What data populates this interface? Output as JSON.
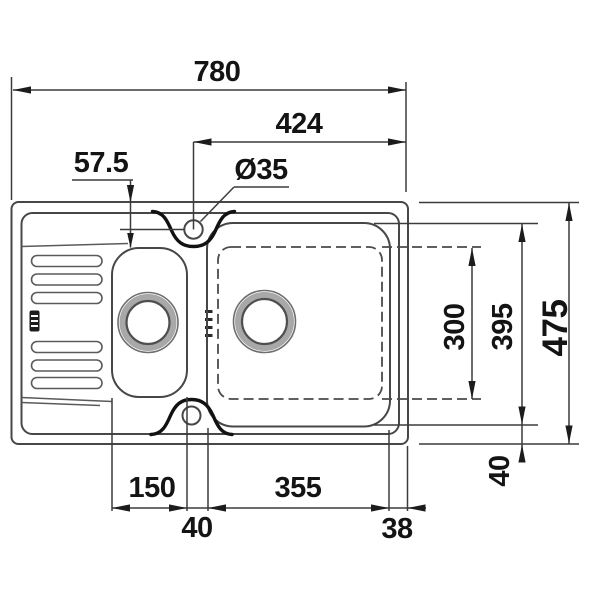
{
  "diagram": {
    "dimensions": {
      "overall_width": "780",
      "tap_center_to_right_edge": "424",
      "tap_hole_offset": "57.5",
      "tap_hole_diameter": "Ø35",
      "main_bowl_inner_depth": "300",
      "main_bowl_outer_depth": "395",
      "overall_depth": "475",
      "half_bowl_width": "150",
      "bowl_gap": "40",
      "main_bowl_width": "355",
      "right_edge_margin": "38",
      "bottom_edge_margin": "40"
    }
  }
}
